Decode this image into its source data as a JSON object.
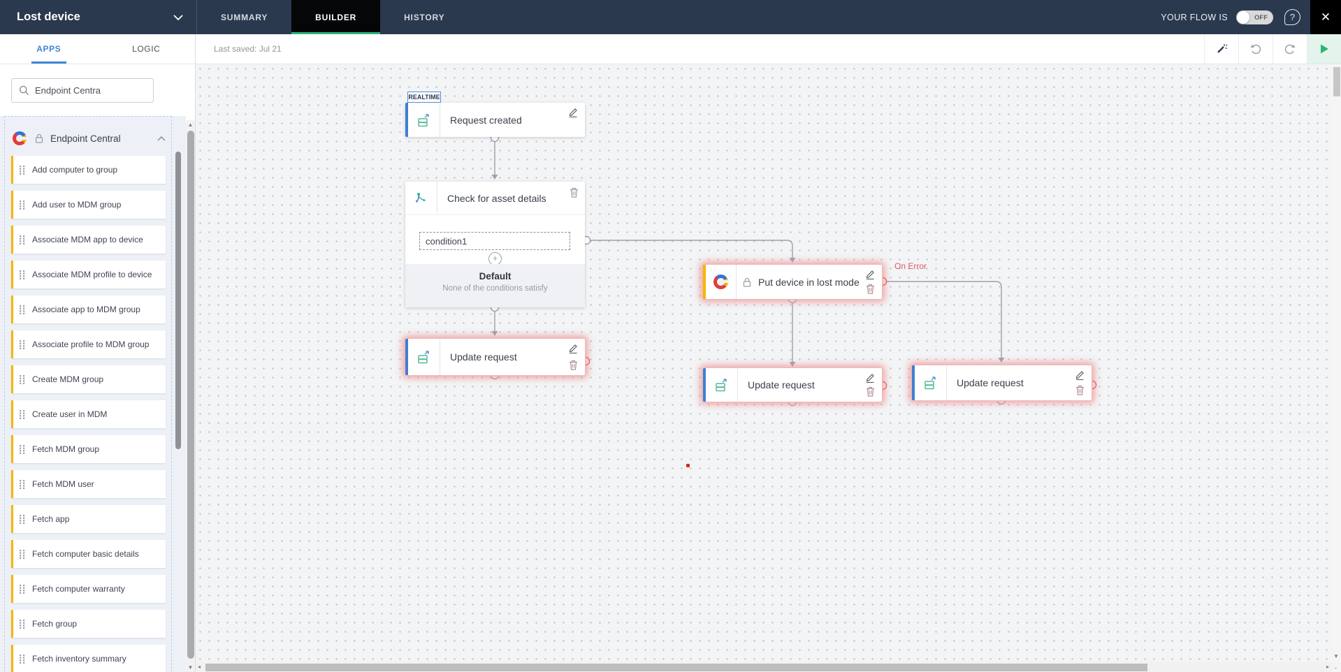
{
  "top_bar": {
    "flow_name": "Lost device",
    "tabs": [
      {
        "label": "SUMMARY",
        "active": false
      },
      {
        "label": "BUILDER",
        "active": true
      },
      {
        "label": "HISTORY",
        "active": false
      }
    ],
    "flow_status_label": "YOUR FLOW IS",
    "toggle_state": "OFF"
  },
  "toolbar": {
    "last_saved": "Last saved: Jul 21"
  },
  "sidebar": {
    "tabs": [
      {
        "label": "APPS",
        "active": true
      },
      {
        "label": "LOGIC",
        "active": false
      }
    ],
    "search_value": "Endpoint Centra",
    "app_name": "Endpoint Central",
    "actions": [
      "Add computer to group",
      "Add user to MDM group",
      "Associate MDM app to device",
      "Associate MDM profile to device",
      "Associate app to MDM group",
      "Associate profile to MDM group",
      "Create MDM group",
      "Create user in MDM",
      "Fetch MDM group",
      "Fetch MDM user",
      "Fetch app",
      "Fetch computer basic details",
      "Fetch computer warranty",
      "Fetch group",
      "Fetch inventory summary"
    ]
  },
  "canvas": {
    "realtime_badge": "REALTIME",
    "trigger": {
      "label": "Request created"
    },
    "condition_node": {
      "label": "Check for asset details",
      "condition1": "condition1",
      "default_title": "Default",
      "default_subtitle": "None of the conditions satisfy"
    },
    "lost_mode": {
      "label": "Put device in lost mode"
    },
    "update_left": {
      "label": "Update request"
    },
    "update_middle": {
      "label": "Update request"
    },
    "update_right": {
      "label": "Update request"
    },
    "on_error_label": "On Error"
  },
  "glyphs": {
    "plus": "+",
    "question": "?",
    "close": "✕",
    "up": "▲",
    "down": "▼",
    "left": "◂",
    "right": "▸"
  },
  "colors": {
    "topbar_navy": "#2b394e",
    "active_tab_underline": "#2bb47e",
    "accent_blue": "#3e7fd4",
    "accent_yellow": "#f7b500",
    "error_red": "#e05252",
    "play_green": "#2bb573",
    "apps_tab_blue": "#4285d6"
  }
}
